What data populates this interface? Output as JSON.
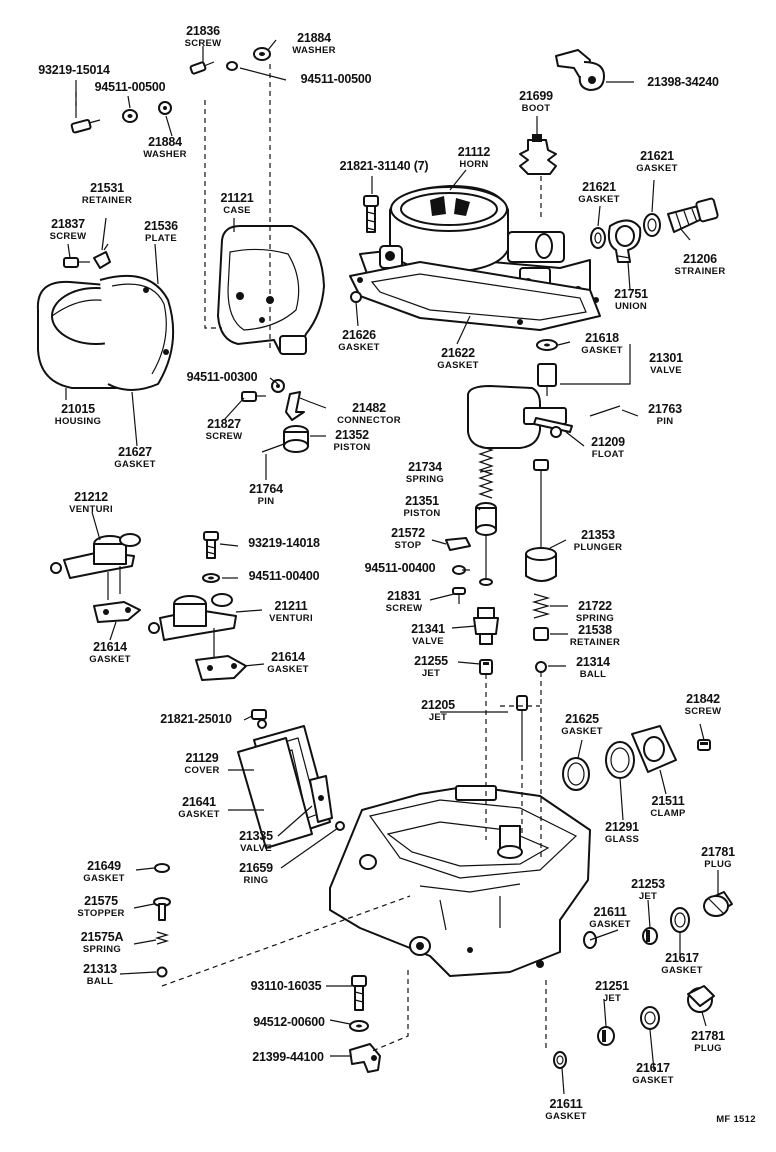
{
  "parts": [
    {
      "id": "p01",
      "number": "21836",
      "name": "SCREW"
    },
    {
      "id": "p02",
      "number": "21884",
      "name": "WASHER"
    },
    {
      "id": "p03",
      "number": "94511-00500",
      "name": ""
    },
    {
      "id": "p04",
      "number": "93219-15014",
      "name": ""
    },
    {
      "id": "p05",
      "number": "94511-00500",
      "name": ""
    },
    {
      "id": "p06",
      "number": "21884",
      "name": "WASHER"
    },
    {
      "id": "p07",
      "number": "21398-34240",
      "name": ""
    },
    {
      "id": "p08",
      "number": "21699",
      "name": "BOOT"
    },
    {
      "id": "p09",
      "number": "21112",
      "name": "HORN"
    },
    {
      "id": "p10",
      "number": "21821-31140 (7)",
      "name": ""
    },
    {
      "id": "p11",
      "number": "21621",
      "name": "GASKET"
    },
    {
      "id": "p12",
      "number": "21621",
      "name": "GASKET"
    },
    {
      "id": "p13",
      "number": "21121",
      "name": "CASE"
    },
    {
      "id": "p14",
      "number": "21531",
      "name": "RETAINER"
    },
    {
      "id": "p15",
      "number": "21837",
      "name": "SCREW"
    },
    {
      "id": "p16",
      "number": "21536",
      "name": "PLATE"
    },
    {
      "id": "p17",
      "number": "21206",
      "name": "STRAINER"
    },
    {
      "id": "p18",
      "number": "21751",
      "name": "UNION"
    },
    {
      "id": "p19",
      "number": "21626",
      "name": "GASKET"
    },
    {
      "id": "p20",
      "number": "21622",
      "name": "GASKET"
    },
    {
      "id": "p21",
      "number": "21618",
      "name": "GASKET"
    },
    {
      "id": "p22",
      "number": "21301",
      "name": "VALVE"
    },
    {
      "id": "p23",
      "number": "94511-00300",
      "name": ""
    },
    {
      "id": "p24",
      "number": "21015",
      "name": "HOUSING"
    },
    {
      "id": "p25",
      "number": "21482",
      "name": "CONNECTOR"
    },
    {
      "id": "p26",
      "number": "21763",
      "name": "PIN"
    },
    {
      "id": "p27",
      "number": "21827",
      "name": "SCREW"
    },
    {
      "id": "p28",
      "number": "21627",
      "name": "GASKET"
    },
    {
      "id": "p29",
      "number": "21352",
      "name": "PISTON"
    },
    {
      "id": "p30",
      "number": "21209",
      "name": "FLOAT"
    },
    {
      "id": "p31",
      "number": "21734",
      "name": "SPRING"
    },
    {
      "id": "p32",
      "number": "21764",
      "name": "PIN"
    },
    {
      "id": "p33",
      "number": "21212",
      "name": "VENTURI"
    },
    {
      "id": "p34",
      "number": "21351",
      "name": "PISTON"
    },
    {
      "id": "p35",
      "number": "21572",
      "name": "STOP"
    },
    {
      "id": "p36",
      "number": "21353",
      "name": "PLUNGER"
    },
    {
      "id": "p37",
      "number": "93219-14018",
      "name": ""
    },
    {
      "id": "p38",
      "number": "94511-00400",
      "name": ""
    },
    {
      "id": "p39",
      "number": "94511-00400",
      "name": ""
    },
    {
      "id": "p40",
      "number": "21831",
      "name": "SCREW"
    },
    {
      "id": "p41",
      "number": "21722",
      "name": "SPRING"
    },
    {
      "id": "p42",
      "number": "21211",
      "name": "VENTURI"
    },
    {
      "id": "p43",
      "number": "21614",
      "name": "GASKET"
    },
    {
      "id": "p44",
      "number": "21341",
      "name": "VALVE"
    },
    {
      "id": "p45",
      "number": "21538",
      "name": "RETAINER"
    },
    {
      "id": "p46",
      "number": "21614",
      "name": "GASKET"
    },
    {
      "id": "p47",
      "number": "21255",
      "name": "JET"
    },
    {
      "id": "p48",
      "number": "21314",
      "name": "BALL"
    },
    {
      "id": "p49",
      "number": "21842",
      "name": "SCREW"
    },
    {
      "id": "p50",
      "number": "21205",
      "name": "JET"
    },
    {
      "id": "p51",
      "number": "21821-25010",
      "name": ""
    },
    {
      "id": "p52",
      "number": "21625",
      "name": "GASKET"
    },
    {
      "id": "p53",
      "number": "21129",
      "name": "COVER"
    },
    {
      "id": "p54",
      "number": "21511",
      "name": "CLAMP"
    },
    {
      "id": "p55",
      "number": "21641",
      "name": "GASKET"
    },
    {
      "id": "p56",
      "number": "21291",
      "name": "GLASS"
    },
    {
      "id": "p57",
      "number": "21335",
      "name": "VALVE"
    },
    {
      "id": "p58",
      "number": "21659",
      "name": "RING"
    },
    {
      "id": "p59",
      "number": "21781",
      "name": "PLUG"
    },
    {
      "id": "p60",
      "number": "21649",
      "name": "GASKET"
    },
    {
      "id": "p61",
      "number": "21253",
      "name": "JET"
    },
    {
      "id": "p62",
      "number": "21575",
      "name": "STOPPER"
    },
    {
      "id": "p63",
      "number": "21611",
      "name": "GASKET"
    },
    {
      "id": "p64",
      "number": "21575A",
      "name": "SPRING"
    },
    {
      "id": "p65",
      "number": "21617",
      "name": "GASKET"
    },
    {
      "id": "p66",
      "number": "21313",
      "name": "BALL"
    },
    {
      "id": "p67",
      "number": "93110-16035",
      "name": ""
    },
    {
      "id": "p68",
      "number": "21251",
      "name": "JET"
    },
    {
      "id": "p69",
      "number": "94512-00600",
      "name": ""
    },
    {
      "id": "p70",
      "number": "21781",
      "name": "PLUG"
    },
    {
      "id": "p71",
      "number": "21399-44100",
      "name": ""
    },
    {
      "id": "p72",
      "number": "21617",
      "name": "GASKET"
    },
    {
      "id": "p73",
      "number": "21611",
      "name": "GASKET"
    }
  ],
  "figure_code": "MF 1512"
}
